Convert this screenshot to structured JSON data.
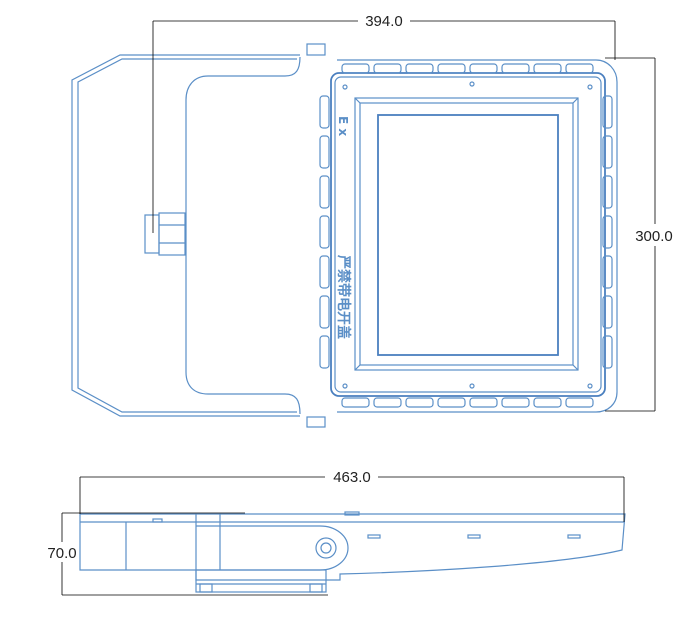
{
  "front_view": {
    "width_dim": "394.0",
    "height_dim": "300.0",
    "ex_mark": "E x",
    "warning_text": "严禁带电开盖"
  },
  "side_view": {
    "length_dim": "463.0",
    "depth_dim": "70.0"
  },
  "colors": {
    "outline": "#5b8fc7",
    "dimension": "#000000"
  }
}
